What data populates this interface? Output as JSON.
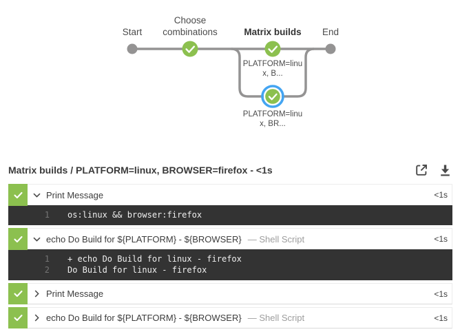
{
  "colors": {
    "success_green": "#8cc04f",
    "selected_ring_blue": "#44a5f2",
    "graph_line_gray": "#949393",
    "log_background": "#333333",
    "log_line_number": "#757575"
  },
  "pipeline": {
    "stage_labels": {
      "start": "Start",
      "choose_line1": "Choose",
      "choose_line2": "combinations",
      "matrix": "Matrix builds",
      "end": "End"
    },
    "branch_top": {
      "line1": "PLATFORM=linu",
      "line2": "x, B..."
    },
    "branch_bottom": {
      "line1": "PLATFORM=linu",
      "line2": "x, BR..."
    },
    "selected_branch": "PLATFORM=linux, BROWSER=firefox"
  },
  "result_header": {
    "title": "Matrix builds / PLATFORM=linux, BROWSER=firefox - <1s",
    "icons": [
      "open-externally-icon",
      "download-log-icon"
    ]
  },
  "steps": [
    {
      "label": "Print Message",
      "suffix": "",
      "duration": "<1s",
      "expanded": true,
      "status": "success",
      "log": [
        {
          "num": "1",
          "text": "os:linux && browser:firefox"
        }
      ]
    },
    {
      "label": "echo Do Build for ${PLATFORM} - ${BROWSER}",
      "suffix": "— Shell Script",
      "duration": "<1s",
      "expanded": true,
      "status": "success",
      "log": [
        {
          "num": "1",
          "text": "+ echo Do Build for linux - firefox"
        },
        {
          "num": "2",
          "text": "Do Build for linux - firefox"
        }
      ]
    },
    {
      "label": "Print Message",
      "suffix": "",
      "duration": "<1s",
      "expanded": false,
      "status": "success"
    },
    {
      "label": "echo Do Build for ${PLATFORM} - ${BROWSER}",
      "suffix": "— Shell Script",
      "duration": "<1s",
      "expanded": false,
      "status": "success"
    }
  ]
}
